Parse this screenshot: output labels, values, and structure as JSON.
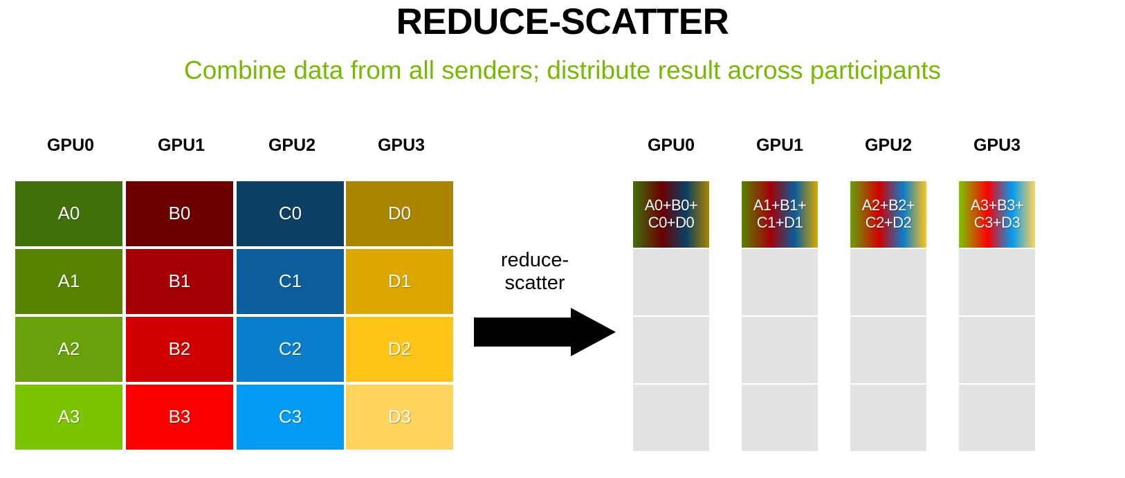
{
  "slide": {
    "title": "REDUCE-SCATTER",
    "subtitle": "Combine data from all senders; distribute result across participants",
    "subtitle_color": "#76b900",
    "background_color": "#ffffff"
  },
  "operation": {
    "label_line1": "reduce-",
    "label_line2": "scatter",
    "arrow_color": "#000000",
    "arrow_direction": "right"
  },
  "input_table": {
    "headers": [
      "GPU0",
      "GPU1",
      "GPU2",
      "GPU3"
    ],
    "columns": [
      {
        "gpu": "GPU0",
        "cells": [
          {
            "label": "A0",
            "color": "#41700a"
          },
          {
            "label": "A1",
            "color": "#568400"
          },
          {
            "label": "A2",
            "color": "#6aa00a"
          },
          {
            "label": "A3",
            "color": "#7cc400"
          }
        ]
      },
      {
        "gpu": "GPU1",
        "cells": [
          {
            "label": "B0",
            "color": "#6b0000"
          },
          {
            "label": "B1",
            "color": "#a40006"
          },
          {
            "label": "B2",
            "color": "#d10000"
          },
          {
            "label": "B3",
            "color": "#fb0000"
          }
        ]
      },
      {
        "gpu": "GPU2",
        "cells": [
          {
            "label": "C0",
            "color": "#0b4064"
          },
          {
            "label": "C1",
            "color": "#0b5d9b"
          },
          {
            "label": "C2",
            "color": "#0a7ecb"
          },
          {
            "label": "C3",
            "color": "#029bf4"
          }
        ]
      },
      {
        "gpu": "GPU3",
        "cells": [
          {
            "label": "D0",
            "color": "#ab8500"
          },
          {
            "label": "D1",
            "color": "#dca800"
          },
          {
            "label": "D2",
            "color": "#fec418"
          },
          {
            "label": "D3",
            "color": "#ffd45c"
          }
        ]
      }
    ]
  },
  "output_table": {
    "headers": [
      "GPU0",
      "GPU1",
      "GPU2",
      "GPU3"
    ],
    "empty_cell_color": "#e2e2e2",
    "columns": [
      {
        "gpu": "GPU0",
        "result_line1": "A0+B0+",
        "result_line2": "C0+D0",
        "gradient": "linear-gradient(90deg, #41700a 0%, #6b0000 38%, #0b4064 70%, #ab8500 100%)",
        "empty_rows": 3
      },
      {
        "gpu": "GPU1",
        "result_line1": "A1+B1+",
        "result_line2": "C1+D1",
        "gradient": "linear-gradient(90deg, #568400 0%, #a40006 38%, #0b5d9b 70%, #dca800 100%)",
        "empty_rows": 3
      },
      {
        "gpu": "GPU2",
        "result_line1": "A2+B2+",
        "result_line2": "C2+D2",
        "gradient": "linear-gradient(90deg, #6aa00a 0%, #d10000 38%, #0a7ecb 70%, #fec418 100%)",
        "empty_rows": 3
      },
      {
        "gpu": "GPU3",
        "result_line1": "A3+B3+",
        "result_line2": "C3+D3",
        "gradient": "linear-gradient(90deg, #7cc400 0%, #fb0000 38%, #029bf4 70%, #ffd45c 100%)",
        "empty_rows": 3
      }
    ]
  }
}
